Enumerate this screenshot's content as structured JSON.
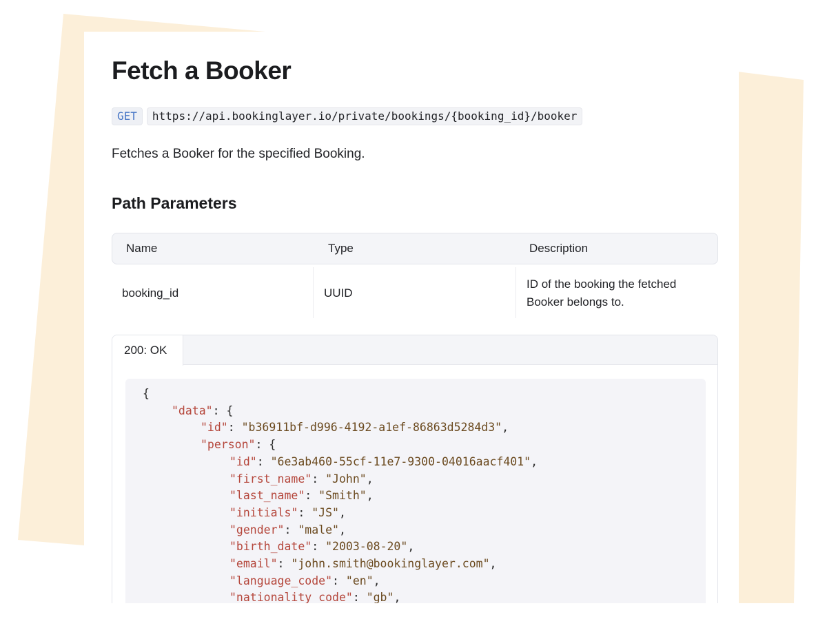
{
  "doc": {
    "title": "Fetch a Booker",
    "method": "GET",
    "url": "https://api.bookinglayer.io/private/bookings/{booking_id}/booker",
    "description": "Fetches a Booker for the specified Booking.",
    "section_heading": "Path Parameters"
  },
  "table": {
    "headers": [
      "Name",
      "Type",
      "Description"
    ],
    "rows": [
      {
        "name": "booking_id",
        "type": "UUID",
        "description_line1": "ID of the booking the fetched",
        "description_line2": "Booker belongs to."
      }
    ]
  },
  "response": {
    "tab_label": "200: OK",
    "lines": [
      {
        "indent": 0,
        "key": "",
        "value": "",
        "punct": "{"
      },
      {
        "indent": 1,
        "key": "\"data\"",
        "value": "",
        "punct": ": {"
      },
      {
        "indent": 2,
        "key": "\"id\"",
        "value": "\"b36911bf-d996-4192-a1ef-86863d5284d3\"",
        "punct": ","
      },
      {
        "indent": 2,
        "key": "\"person\"",
        "value": "",
        "punct": ": {"
      },
      {
        "indent": 3,
        "key": "\"id\"",
        "value": "\"6e3ab460-55cf-11e7-9300-04016aacf401\"",
        "punct": ","
      },
      {
        "indent": 3,
        "key": "\"first_name\"",
        "value": "\"John\"",
        "punct": ","
      },
      {
        "indent": 3,
        "key": "\"last_name\"",
        "value": "\"Smith\"",
        "punct": ","
      },
      {
        "indent": 3,
        "key": "\"initials\"",
        "value": "\"JS\"",
        "punct": ","
      },
      {
        "indent": 3,
        "key": "\"gender\"",
        "value": "\"male\"",
        "punct": ","
      },
      {
        "indent": 3,
        "key": "\"birth_date\"",
        "value": "\"2003-08-20\"",
        "punct": ","
      },
      {
        "indent": 3,
        "key": "\"email\"",
        "value": "\"john.smith@bookinglayer.com\"",
        "punct": ","
      },
      {
        "indent": 3,
        "key": "\"language_code\"",
        "value": "\"en\"",
        "punct": ","
      },
      {
        "indent": 3,
        "key": "\"nationality_code\"",
        "value": "\"gb\"",
        "punct": ","
      }
    ]
  },
  "colors": {
    "decor": "#fcefd9",
    "method": "#4a78c6",
    "json_key": "#b5473c",
    "json_value": "#6b4a1f"
  }
}
